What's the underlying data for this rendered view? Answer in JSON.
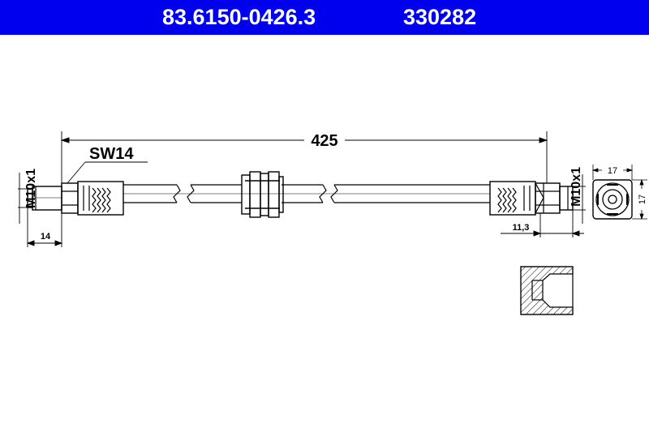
{
  "header": {
    "part_number": "83.6150-0426.3",
    "code": "330282"
  },
  "drawing": {
    "length": "425",
    "left_thread": "M10x1",
    "right_thread": "M10x1",
    "wrench_size": "SW14",
    "left_fitting_length": "14",
    "right_fitting_length": "11,3",
    "end_view_width": "17",
    "end_view_height": "17"
  },
  "colors": {
    "header_bg": "#0000ee",
    "header_text": "#ffffff",
    "line": "#000000"
  }
}
